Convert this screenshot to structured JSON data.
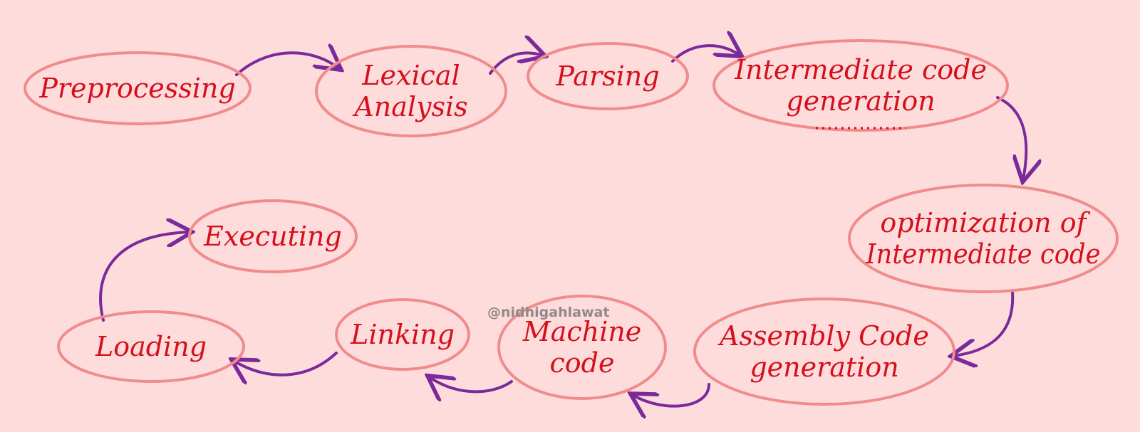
{
  "colors": {
    "background": "#ffdcdc",
    "node_outline": "#f08c8c",
    "label_text": "#d4101c",
    "arrow": "#7a2a9a",
    "watermark": "#8f8a8a"
  },
  "watermark": "@nidhigahlawat",
  "nodes": [
    {
      "id": "preprocessing",
      "lines": [
        "Preprocessing"
      ]
    },
    {
      "id": "lexical-analysis",
      "lines": [
        "Lexical",
        "Analysis"
      ]
    },
    {
      "id": "parsing",
      "lines": [
        "Parsing"
      ]
    },
    {
      "id": "intermediate-code-generation",
      "lines": [
        "Intermediate code",
        "generation"
      ]
    },
    {
      "id": "optimization",
      "lines": [
        "optimization of",
        "Intermediate code"
      ]
    },
    {
      "id": "assembly-code-generation",
      "lines": [
        "Assembly Code",
        "generation"
      ]
    },
    {
      "id": "machine-code",
      "lines": [
        "Machine",
        "code"
      ]
    },
    {
      "id": "linking",
      "lines": [
        "Linking"
      ]
    },
    {
      "id": "loading",
      "lines": [
        "Loading"
      ]
    },
    {
      "id": "executing",
      "lines": [
        "Executing"
      ]
    }
  ],
  "edges": [
    {
      "from": "preprocessing",
      "to": "lexical-analysis"
    },
    {
      "from": "lexical-analysis",
      "to": "parsing"
    },
    {
      "from": "parsing",
      "to": "intermediate-code-generation"
    },
    {
      "from": "intermediate-code-generation",
      "to": "optimization"
    },
    {
      "from": "optimization",
      "to": "assembly-code-generation"
    },
    {
      "from": "assembly-code-generation",
      "to": "machine-code"
    },
    {
      "from": "machine-code",
      "to": "linking"
    },
    {
      "from": "linking",
      "to": "loading"
    },
    {
      "from": "loading",
      "to": "executing"
    }
  ]
}
